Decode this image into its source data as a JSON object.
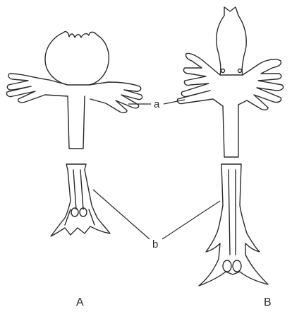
{
  "figure": {
    "labels": {
      "a": "a",
      "b": "b"
    },
    "captions": {
      "left": "A",
      "right": "B"
    }
  }
}
